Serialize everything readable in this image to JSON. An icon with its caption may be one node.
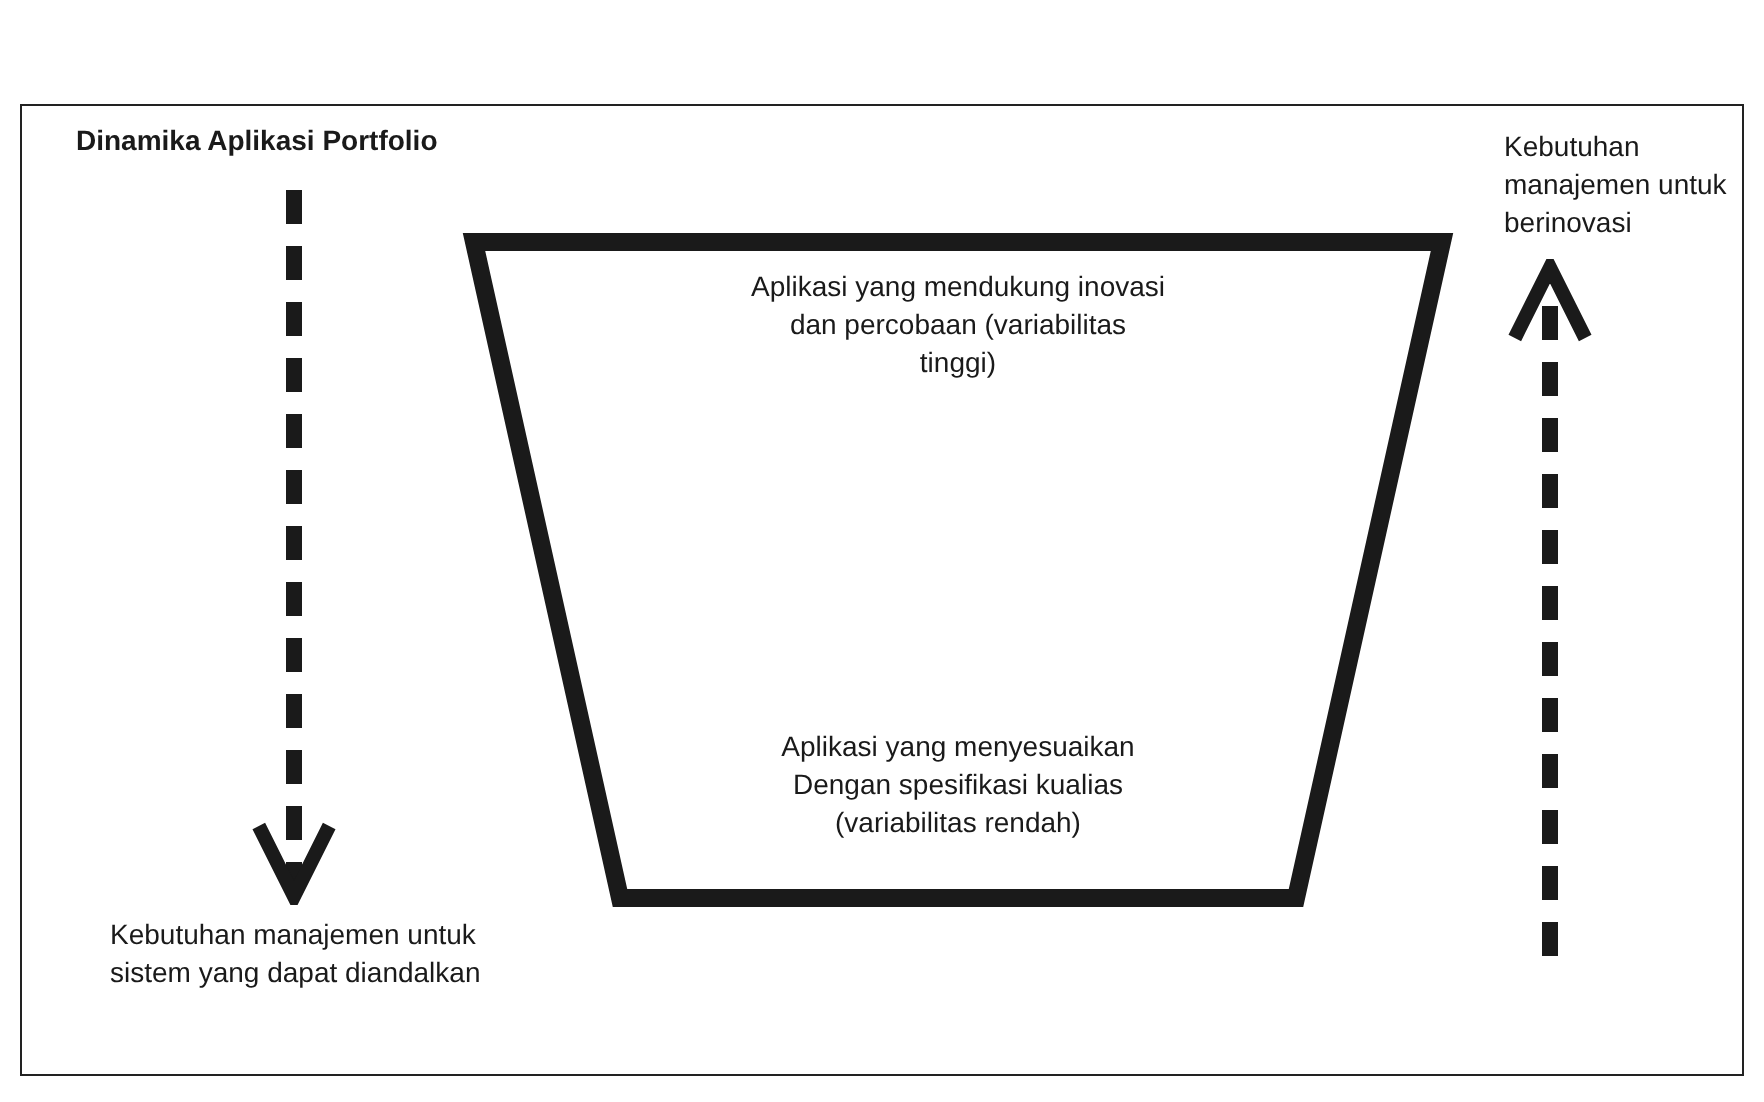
{
  "diagram": {
    "title": "Dinamika Aplikasi Portfolio",
    "nodes": [
      {
        "text": [
          "Aplikasi yang mendukung inovasi dan percobaan (variabilitas tinggi)",
          "Aplikasi yang menyesuaikan Dengan spesifikasi kualias (variabilitas rendah)"
        ]
      },
      {
        "text": [
          "Kebutuhan manajemen untuk sistem yang dapat diandalkan"
        ]
      },
      {
        "text": [
          "Kebutuhan manajemen untuk berinovasi"
        ]
      }
    ],
    "edges": [
      {
        "from": null,
        "to": 1,
        "arrow": "to",
        "style": "dashed"
      },
      {
        "from": null,
        "to": 2,
        "arrow": "to",
        "style": "dashed"
      }
    ]
  }
}
